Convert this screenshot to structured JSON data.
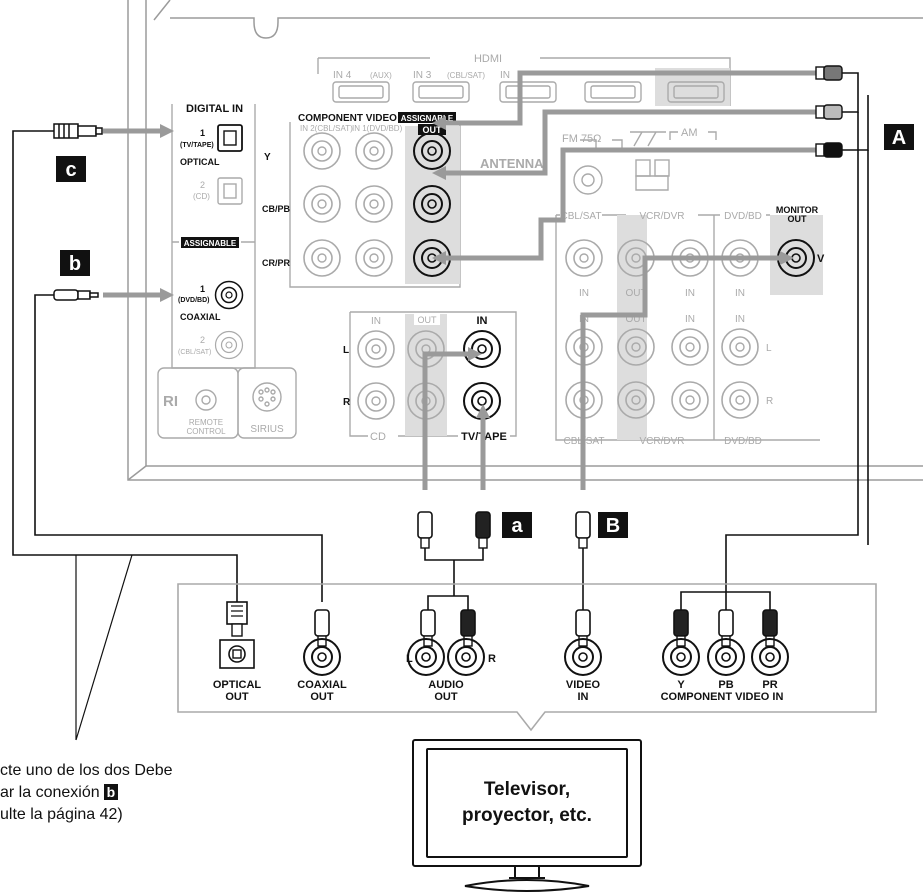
{
  "receiver": {
    "hdmi_title": "HDMI",
    "hdmi_inputs": [
      "IN 4",
      "(AUX)",
      "IN 3",
      "(CBL/SAT)",
      "IN"
    ],
    "digital_in": "DIGITAL IN",
    "optical_1": "1",
    "optical_1_sub": "(TV/TAPE)",
    "optical": "OPTICAL",
    "optical_2": "2",
    "optical_2_sub": "(CD)",
    "assignable": "ASSIGNABLE",
    "coaxial_1": "1",
    "coaxial_1_sub": "(DVD/BD)",
    "coaxial": "COAXIAL",
    "coaxial_2": "2",
    "coaxial_2_sub": "(CBL/SAT)",
    "component_video": "COMPONENT VIDEO",
    "component_assignable": "ASSIGNABLE",
    "comp_in2": "IN 2(CBL/SAT)",
    "comp_in1": "IN 1(DVD/BD)",
    "comp_out": "OUT",
    "comp_y": "Y",
    "comp_cb": "CB/PB",
    "comp_cr": "CR/PR",
    "antenna": "ANTENNA",
    "fm": "FM 75Ω",
    "am": "AM",
    "cbl_sat": "CBL/SAT",
    "vcr_dvr": "VCR/DVR",
    "dvd_bd": "DVD/BD",
    "monitor_out": "MONITOR",
    "monitor_out2": "OUT",
    "v": "V",
    "in": "IN",
    "out": "OUT",
    "l": "L",
    "r": "R",
    "cd": "CD",
    "tv_tape": "TV/TAPE",
    "tv_in": "IN",
    "ri": "RI",
    "remote": "REMOTE",
    "control": "CONTROL",
    "sirius": "SIRIUS"
  },
  "markers": {
    "A": "A",
    "B": "B",
    "a": "a",
    "b": "b",
    "c": "c"
  },
  "tv_panel": {
    "optical_out_1": "OPTICAL",
    "optical_out_2": "OUT",
    "coaxial_out_1": "COAXIAL",
    "coaxial_out_2": "OUT",
    "audio_out_1": "AUDIO",
    "audio_out_2": "OUT",
    "l": "L",
    "r": "R",
    "video_in_1": "VIDEO",
    "video_in_2": "IN",
    "y": "Y",
    "pb": "PB",
    "pr": "PR",
    "component_video_in": "COMPONENT VIDEO IN"
  },
  "tv": {
    "line1": "Televisor,",
    "line2": "proyector, etc."
  },
  "note": {
    "line1": "cte uno de los dos Debe",
    "line2": "ar la conexión",
    "line2_marker": "b",
    "line3": "ulte la página 42)"
  },
  "colors": {
    "arrow": "#9a9a9a",
    "panel": "#aaaaaa",
    "ink": "#111111"
  }
}
